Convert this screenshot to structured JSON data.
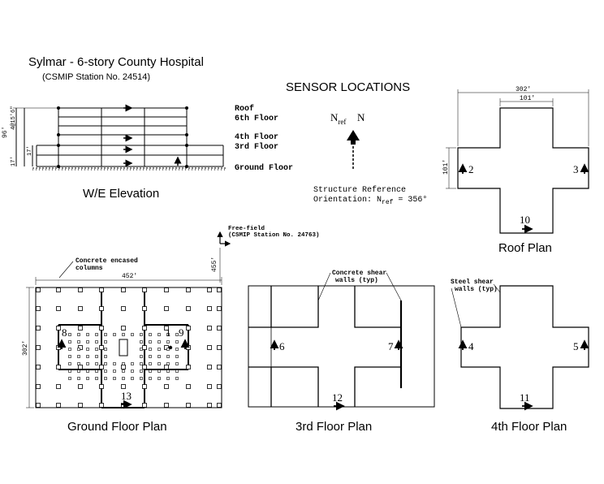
{
  "header": {
    "title": "Sylmar - 6-story County Hospital",
    "station": "(CSMIP Station No. 24514)",
    "sensor_title": "SENSOR LOCATIONS"
  },
  "elevation": {
    "caption": "W/E Elevation",
    "floor_labels": [
      "Roof",
      "6th Floor",
      "4th Floor",
      "3rd Floor",
      "Ground Floor"
    ],
    "dims": {
      "total": "96'",
      "typ_story": "4@15'6\"",
      "lower1": "17'",
      "lower2": "17'"
    }
  },
  "north": {
    "nref": "N",
    "nref_sub": "ref",
    "n": "N",
    "ref_text_1": "Structure Reference",
    "ref_text_2_prefix": "Orientation: N",
    "ref_text_2_sub": "ref",
    "ref_text_2_suffix": " = 356°"
  },
  "roof_plan": {
    "caption": "Roof Plan",
    "dim_width": "302'",
    "dim_core": "101'",
    "dim_height": "101'",
    "sensors": [
      "2",
      "3",
      "10"
    ]
  },
  "ground_plan": {
    "caption": "Ground Floor Plan",
    "columns_label_1": "Concrete encased",
    "columns_label_2": "columns",
    "dim_width": "452'",
    "dim_height": "302'",
    "dim_free_field": "455'",
    "free_field_1": "Free-field",
    "free_field_2": "(CSMIP Station No. 24763)",
    "sensors": [
      "8",
      "1",
      "9",
      "13"
    ]
  },
  "third_plan": {
    "caption": "3rd Floor Plan",
    "walls_label_1": "Concrete shear",
    "walls_label_2": "walls (typ)",
    "sensors": [
      "6",
      "7",
      "12"
    ]
  },
  "fourth_plan": {
    "caption": "4th Floor Plan",
    "walls_label_1": "Steel shear",
    "walls_label_2": "walls (typ)",
    "sensors": [
      "4",
      "5",
      "11"
    ]
  }
}
